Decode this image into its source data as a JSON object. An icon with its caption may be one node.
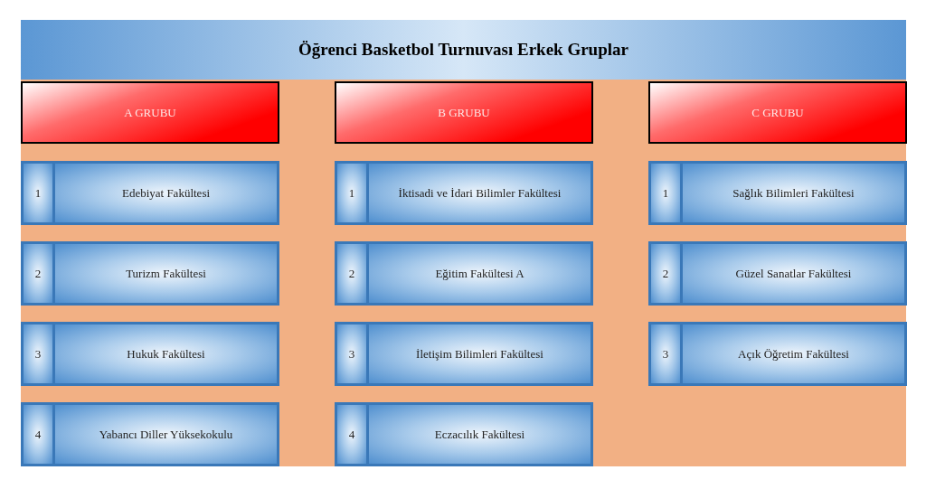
{
  "diagram": {
    "nodes": [
      {
        "text": [
          "Öğrenci Basketbol Turnuvası Erkek Gruplar"
        ]
      },
      {
        "text": [
          "A GRUBU"
        ]
      },
      {
        "text": [
          "B GRUBU"
        ]
      },
      {
        "text": [
          "C GRUBU"
        ]
      },
      {
        "text": [
          "1",
          "Edebiyat Fakültesi"
        ]
      },
      {
        "text": [
          "2",
          "Turizm Fakültesi"
        ]
      },
      {
        "text": [
          "3",
          "Hukuk Fakültesi"
        ]
      },
      {
        "text": [
          "4",
          "Yabancı Diller Yüksekokulu"
        ]
      },
      {
        "text": [
          "1",
          "İktisadi ve İdari Bilimler Fakültesi"
        ]
      },
      {
        "text": [
          "2",
          "Eğitim Fakültesi A"
        ]
      },
      {
        "text": [
          "3",
          "İletişim Bilimleri Fakültesi"
        ]
      },
      {
        "text": [
          "4",
          "Eczacılık Fakültesi"
        ]
      },
      {
        "text": [
          "1",
          "Sağlık Bilimleri Fakültesi"
        ]
      },
      {
        "text": [
          "2",
          "Güzel Sanatlar Fakültesi"
        ]
      },
      {
        "text": [
          "3",
          "Açık Öğretim Fakültesi"
        ]
      }
    ]
  }
}
